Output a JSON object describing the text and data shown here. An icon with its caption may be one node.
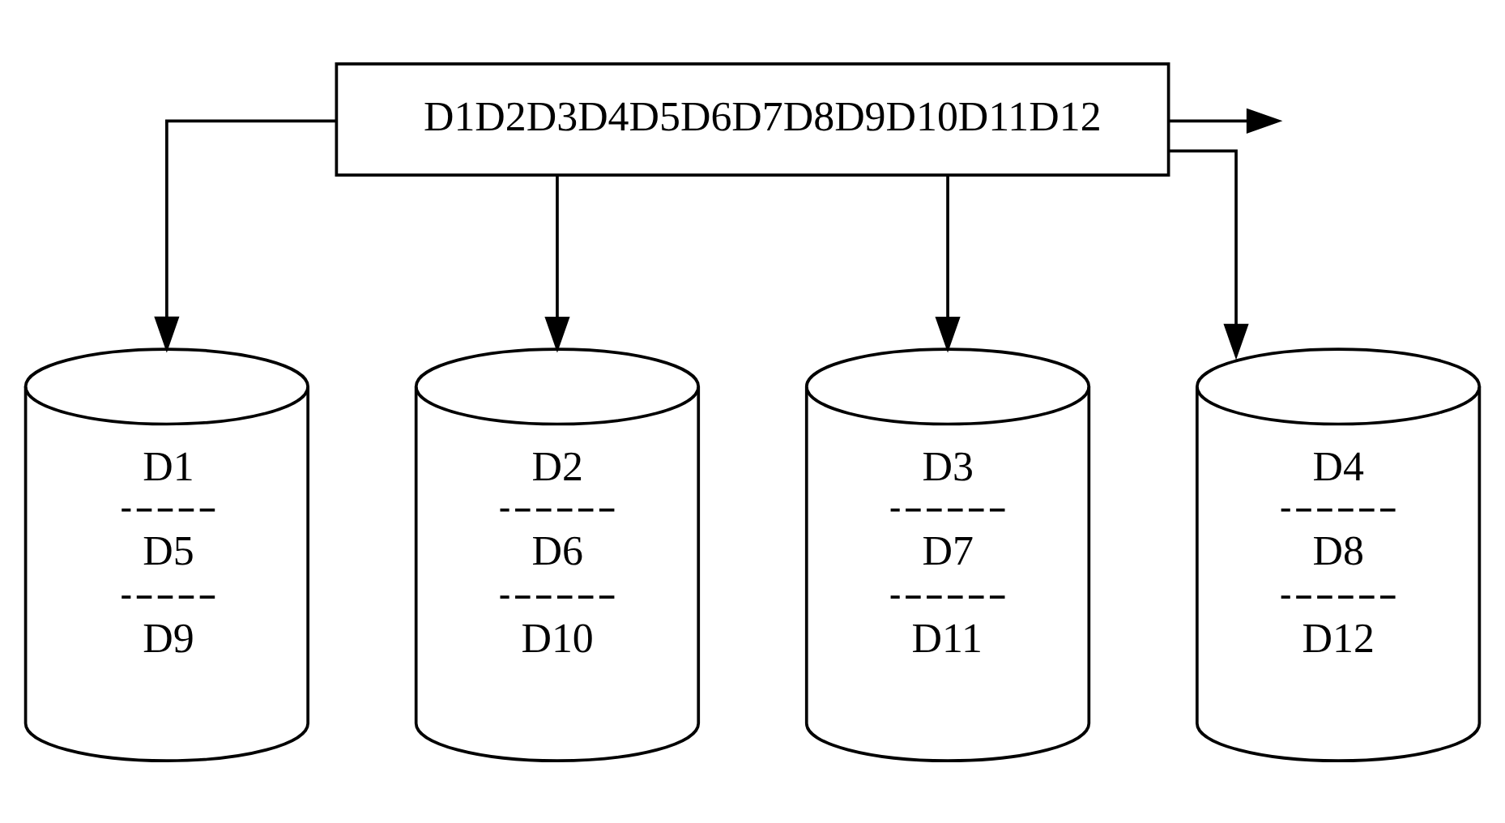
{
  "diagram": {
    "nodes": [
      {
        "text": [
          "D1D2D3D4D5D6D7D8D9D10D11D12"
        ]
      },
      {
        "text": [
          "D1",
          "D5",
          "D9"
        ]
      },
      {
        "text": [
          "D2",
          "D6",
          "D10"
        ]
      },
      {
        "text": [
          "D3",
          "D7",
          "D11"
        ]
      },
      {
        "text": [
          "D4",
          "D8",
          "D12"
        ]
      }
    ],
    "edges": [
      {
        "from": 0,
        "to": null,
        "arrow": "to"
      },
      {
        "from": 0,
        "to": 1,
        "arrow": "to"
      },
      {
        "from": 0,
        "to": 2,
        "arrow": "to"
      },
      {
        "from": 0,
        "to": 3,
        "arrow": "to"
      },
      {
        "from": 0,
        "to": 4,
        "arrow": "to"
      }
    ]
  }
}
